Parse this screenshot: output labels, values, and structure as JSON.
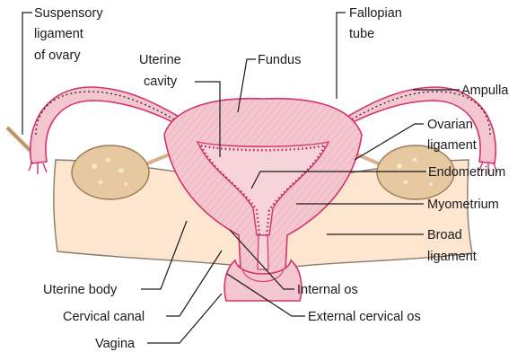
{
  "labels": {
    "suspensory_ligament": [
      "Suspensory",
      "ligament",
      "of ovary"
    ],
    "fallopian_tube": [
      "Fallopian",
      "tube"
    ],
    "uterine_cavity": [
      "Uterine",
      "cavity"
    ],
    "fundus": "Fundus",
    "ampulla": "Ampulla",
    "ovarian_ligament": [
      "Ovarian",
      "ligament"
    ],
    "endometrium": "Endometrium",
    "myometrium": "Myometrium",
    "broad_ligament": [
      "Broad",
      "ligament"
    ],
    "uterine_body": "Uterine body",
    "internal_os": "Internal os",
    "cervical_canal": "Cervical canal",
    "external_cervical_os": "External cervical os",
    "vagina": "Vagina"
  },
  "colors": {
    "tissue_pink": "#f4c6cf",
    "tissue_outline": "#d4336b",
    "broad_ligament": "#fde6cf",
    "broad_ligament_outline": "#8a7a6e",
    "ovary": "#e7c9a1",
    "ovary_outline": "#9b7a54",
    "endometrium_dots": "#b8285c"
  }
}
